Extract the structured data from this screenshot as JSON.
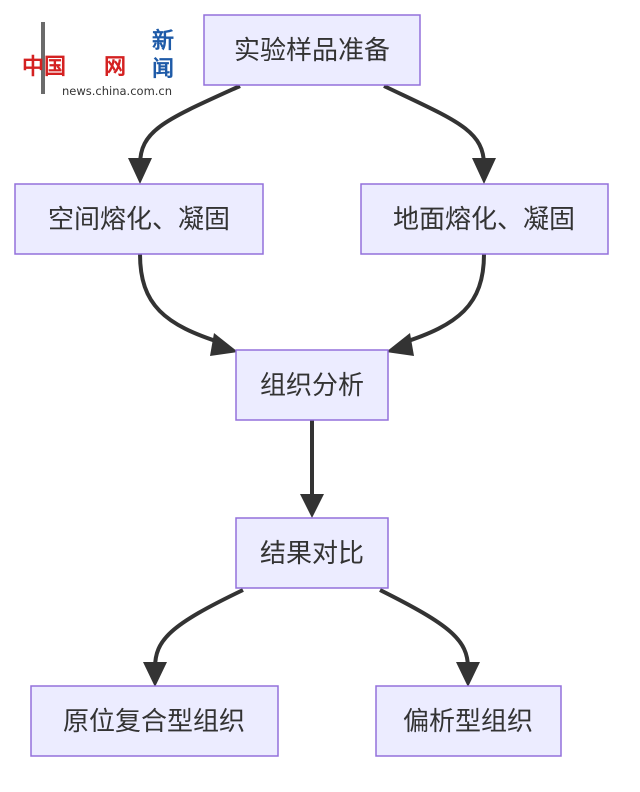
{
  "logo": {
    "char_main": "中国",
    "char_net": "网",
    "char_news_top": "新",
    "char_news_bottom": "闻",
    "url": "news.china.com.cn",
    "colors": {
      "red": "#d42121",
      "blue": "#1f5ba8"
    }
  },
  "diagram": {
    "colors": {
      "node_fill": "#ECECFF",
      "node_border": "#9370DB",
      "edge": "#333333"
    },
    "nodes": {
      "prep": "实验样品准备",
      "space": "空间熔化、凝固",
      "ground": "地面熔化、凝固",
      "analysis": "组织分析",
      "compare": "结果对比",
      "insitu": "原位复合型组织",
      "eccentric": "偏析型组织"
    },
    "edges": [
      [
        "prep",
        "space"
      ],
      [
        "prep",
        "ground"
      ],
      [
        "space",
        "analysis"
      ],
      [
        "ground",
        "analysis"
      ],
      [
        "analysis",
        "compare"
      ],
      [
        "compare",
        "insitu"
      ],
      [
        "compare",
        "eccentric"
      ]
    ]
  }
}
